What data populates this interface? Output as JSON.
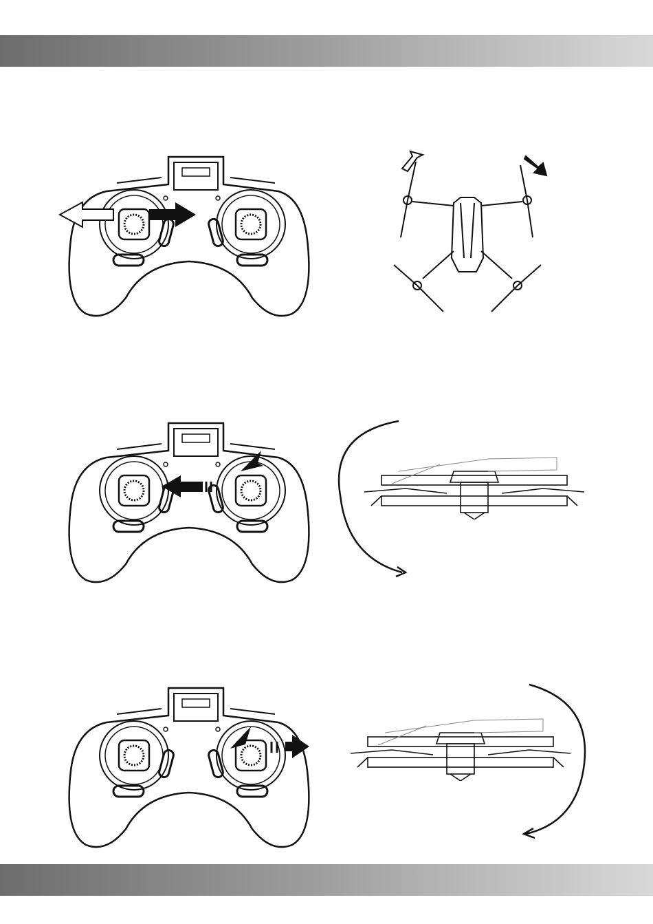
{
  "header_band": {
    "text": ""
  },
  "footer_band": {
    "text": ""
  },
  "steps": [
    {
      "id": "step-1",
      "description": ""
    },
    {
      "id": "step-2",
      "description": ""
    },
    {
      "id": "step-3",
      "description": ""
    }
  ],
  "colors": {
    "band_dark": "#6d6d6d",
    "band_light": "#d8d8d8",
    "ink": "#111111"
  }
}
